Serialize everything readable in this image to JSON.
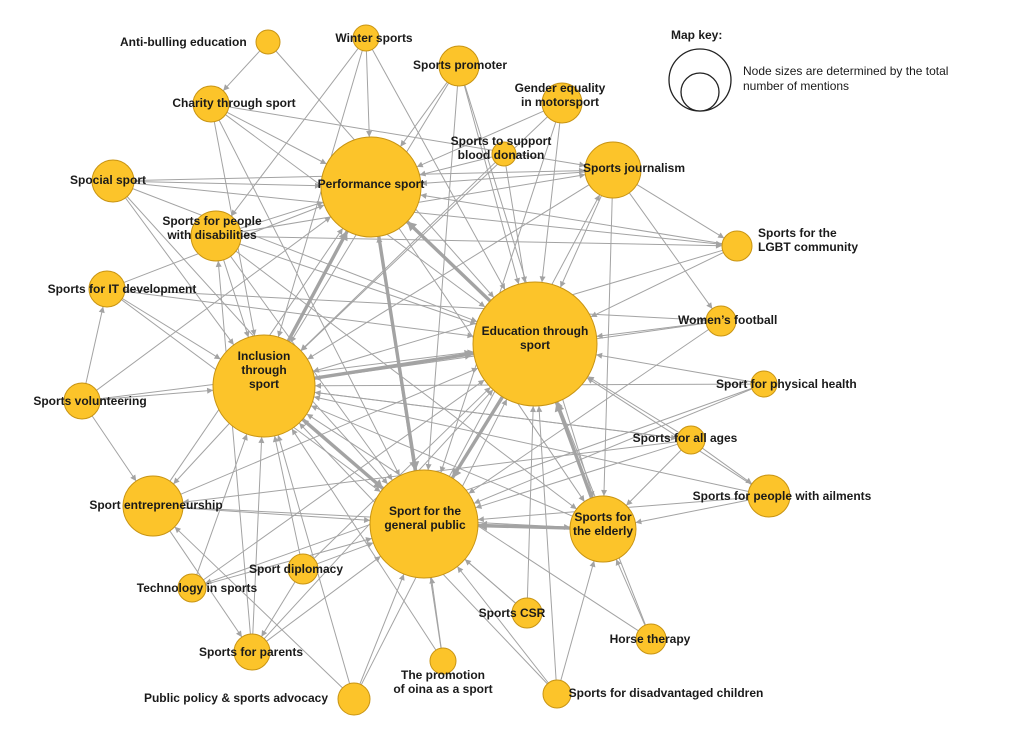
{
  "diagram": {
    "node_color": "#fcc42a",
    "edge_color": "#a3a3a3",
    "nodes": [
      {
        "id": "anti",
        "label": [
          "Anti-bulling education"
        ]
      },
      {
        "id": "winter",
        "label": [
          "Winter sports"
        ]
      },
      {
        "id": "promoter",
        "label": [
          "Sports promoter"
        ]
      },
      {
        "id": "charity",
        "label": [
          "Charity through sport"
        ]
      },
      {
        "id": "gender",
        "label": [
          "Gender equality",
          "in motorsport"
        ]
      },
      {
        "id": "blood",
        "label": [
          "Sports to support",
          "blood donation"
        ]
      },
      {
        "id": "perf",
        "label": [
          "Performance sport"
        ]
      },
      {
        "id": "journal",
        "label": [
          "Sports journalism"
        ]
      },
      {
        "id": "special",
        "label": [
          "Spocial sport"
        ]
      },
      {
        "id": "disab",
        "label": [
          "Sports for people",
          "with disabilities"
        ]
      },
      {
        "id": "lgbt",
        "label": [
          "Sports for the",
          "LGBT community"
        ]
      },
      {
        "id": "it",
        "label": [
          "Sports for IT development"
        ]
      },
      {
        "id": "women",
        "label": [
          "Women’s football"
        ]
      },
      {
        "id": "edu",
        "label": [
          "Education through",
          "sport"
        ]
      },
      {
        "id": "incl",
        "label": [
          "Inclusion",
          "through",
          "sport"
        ]
      },
      {
        "id": "health",
        "label": [
          "Sport for physical health"
        ]
      },
      {
        "id": "vol",
        "label": [
          "Sports volunteering"
        ]
      },
      {
        "id": "allages",
        "label": [
          "Sports for all ages"
        ]
      },
      {
        "id": "ailments",
        "label": [
          "Sports for people with ailments"
        ]
      },
      {
        "id": "entre",
        "label": [
          "Sport entrepreneurship"
        ]
      },
      {
        "id": "public",
        "label": [
          "Sport for the",
          "general public"
        ]
      },
      {
        "id": "elderly",
        "label": [
          "Sports for",
          "the elderly"
        ]
      },
      {
        "id": "diplo",
        "label": [
          "Sport diplomacy"
        ]
      },
      {
        "id": "tech",
        "label": [
          "Technology in sports"
        ]
      },
      {
        "id": "csr",
        "label": [
          "Sports CSR"
        ]
      },
      {
        "id": "horse",
        "label": [
          "Horse therapy"
        ]
      },
      {
        "id": "parents",
        "label": [
          "Sports for parents"
        ]
      },
      {
        "id": "oina",
        "label": [
          "The promotion",
          "of oina as a sport"
        ]
      },
      {
        "id": "policy",
        "label": [
          "Public policy & sports advocacy"
        ]
      },
      {
        "id": "disadv",
        "label": [
          "Sports for disadvantaged children"
        ]
      }
    ],
    "edges": [
      [
        "incl",
        "edu"
      ],
      [
        "incl",
        "perf"
      ],
      [
        "incl",
        "public"
      ],
      [
        "edu",
        "public"
      ],
      [
        "edu",
        "perf"
      ],
      [
        "perf",
        "public"
      ],
      [
        "elderly",
        "public"
      ],
      [
        "elderly",
        "edu"
      ],
      [
        "elderly",
        "incl"
      ],
      [
        "public",
        "journal"
      ],
      [
        "incl",
        "entre"
      ],
      [
        "anti",
        "charity"
      ],
      [
        "anti",
        "edu"
      ],
      [
        "winter",
        "perf"
      ],
      [
        "winter",
        "edu"
      ],
      [
        "winter",
        "disab"
      ],
      [
        "winter",
        "incl"
      ],
      [
        "promoter",
        "perf"
      ],
      [
        "promoter",
        "incl"
      ],
      [
        "promoter",
        "public"
      ],
      [
        "promoter",
        "edu"
      ],
      [
        "promoter",
        "elderly"
      ],
      [
        "charity",
        "perf"
      ],
      [
        "charity",
        "incl"
      ],
      [
        "charity",
        "public"
      ],
      [
        "charity",
        "edu"
      ],
      [
        "gender",
        "perf"
      ],
      [
        "gender",
        "edu"
      ],
      [
        "gender",
        "incl"
      ],
      [
        "gender",
        "public"
      ],
      [
        "blood",
        "perf"
      ],
      [
        "blood",
        "incl"
      ],
      [
        "blood",
        "edu"
      ],
      [
        "journal",
        "perf"
      ],
      [
        "journal",
        "edu"
      ],
      [
        "journal",
        "incl"
      ],
      [
        "journal",
        "lgbt"
      ],
      [
        "journal",
        "women"
      ],
      [
        "journal",
        "elderly"
      ],
      [
        "special",
        "perf"
      ],
      [
        "special",
        "incl"
      ],
      [
        "special",
        "edu"
      ],
      [
        "special",
        "public"
      ],
      [
        "special",
        "journal"
      ],
      [
        "disab",
        "perf"
      ],
      [
        "disab",
        "incl"
      ],
      [
        "disab",
        "edu"
      ],
      [
        "disab",
        "public"
      ],
      [
        "disab",
        "elderly"
      ],
      [
        "disab",
        "lgbt"
      ],
      [
        "lgbt",
        "edu"
      ],
      [
        "lgbt",
        "perf"
      ],
      [
        "lgbt",
        "incl"
      ],
      [
        "it",
        "incl"
      ],
      [
        "it",
        "edu"
      ],
      [
        "it",
        "perf"
      ],
      [
        "it",
        "public"
      ],
      [
        "women",
        "edu"
      ],
      [
        "women",
        "incl"
      ],
      [
        "women",
        "public"
      ],
      [
        "health",
        "edu"
      ],
      [
        "health",
        "public"
      ],
      [
        "health",
        "incl"
      ],
      [
        "health",
        "tech"
      ],
      [
        "vol",
        "incl"
      ],
      [
        "vol",
        "perf"
      ],
      [
        "vol",
        "edu"
      ],
      [
        "vol",
        "entre"
      ],
      [
        "vol",
        "it"
      ],
      [
        "allages",
        "edu"
      ],
      [
        "allages",
        "incl"
      ],
      [
        "allages",
        "public"
      ],
      [
        "allages",
        "elderly"
      ],
      [
        "allages",
        "ailments"
      ],
      [
        "allages",
        "entre"
      ],
      [
        "ailments",
        "edu"
      ],
      [
        "ailments",
        "public"
      ],
      [
        "ailments",
        "incl"
      ],
      [
        "ailments",
        "elderly"
      ],
      [
        "entre",
        "public"
      ],
      [
        "entre",
        "perf"
      ],
      [
        "entre",
        "edu"
      ],
      [
        "entre",
        "parents"
      ],
      [
        "entre",
        "elderly"
      ],
      [
        "diplo",
        "incl"
      ],
      [
        "diplo",
        "public"
      ],
      [
        "diplo",
        "edu"
      ],
      [
        "diplo",
        "parents"
      ],
      [
        "tech",
        "incl"
      ],
      [
        "tech",
        "public"
      ],
      [
        "tech",
        "edu"
      ],
      [
        "csr",
        "public"
      ],
      [
        "csr",
        "edu"
      ],
      [
        "csr",
        "incl"
      ],
      [
        "horse",
        "elderly"
      ],
      [
        "horse",
        "edu"
      ],
      [
        "horse",
        "incl"
      ],
      [
        "parents",
        "incl"
      ],
      [
        "parents",
        "public"
      ],
      [
        "parents",
        "edu"
      ],
      [
        "parents",
        "disab"
      ],
      [
        "oina",
        "public"
      ],
      [
        "oina",
        "incl"
      ],
      [
        "oina",
        "perf"
      ],
      [
        "policy",
        "incl"
      ],
      [
        "policy",
        "public"
      ],
      [
        "policy",
        "entre"
      ],
      [
        "policy",
        "edu"
      ],
      [
        "disadv",
        "public"
      ],
      [
        "disadv",
        "elderly"
      ],
      [
        "disadv",
        "edu"
      ],
      [
        "disadv",
        "incl"
      ],
      [
        "disab",
        "journal"
      ],
      [
        "charity",
        "journal"
      ],
      [
        "special",
        "lgbt"
      ],
      [
        "it",
        "women"
      ],
      [
        "incl",
        "allages"
      ],
      [
        "perf",
        "elderly"
      ]
    ],
    "heavy_edges": [
      [
        "incl",
        "edu"
      ],
      [
        "perf",
        "edu"
      ],
      [
        "incl",
        "perf"
      ],
      [
        "perf",
        "public"
      ],
      [
        "edu",
        "public"
      ],
      [
        "incl",
        "public"
      ],
      [
        "elderly",
        "edu"
      ],
      [
        "elderly",
        "public"
      ]
    ]
  },
  "map_key": {
    "title": "Map key:",
    "text": [
      "Node sizes are determined by the total",
      "number of mentions"
    ]
  }
}
